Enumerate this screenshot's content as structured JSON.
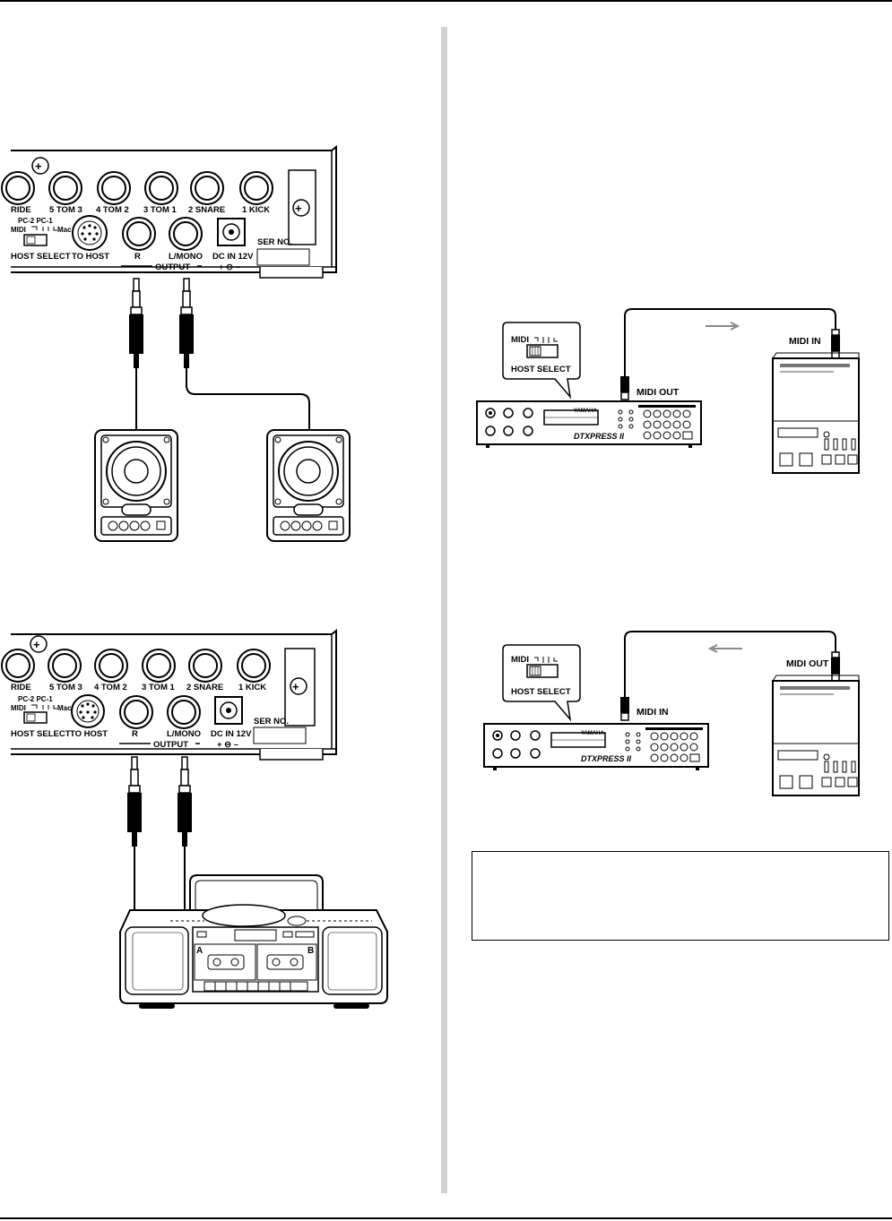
{
  "panel": {
    "inputs": [
      "RIDE",
      "5 TOM 3",
      "4 TOM 2",
      "3 TOM 1",
      "2 SNARE",
      "1 KICK"
    ],
    "host_switch_top": "PC-2  PC-1",
    "host_switch_positions": "MIDI",
    "host_switch_mac": "Mac",
    "host_select": "HOST SELECT",
    "to_host": "TO HOST",
    "output_r": "R",
    "output_lmono": "L/MONO",
    "output_group": "OUTPUT",
    "dc_in": "DC IN 12V",
    "dc_polarity": "+ ⊖ –",
    "serial": "SER NO."
  },
  "midi": {
    "switch_label": "MIDI",
    "host_select": "HOST SELECT",
    "midi_out": "MIDI OUT",
    "midi_in": "MIDI IN",
    "device_brand": "YAMAHA",
    "device_model": "DTXPRESS II"
  },
  "stereo": {
    "deck_a": "A",
    "deck_b": "B"
  },
  "note": {
    "text": ""
  }
}
